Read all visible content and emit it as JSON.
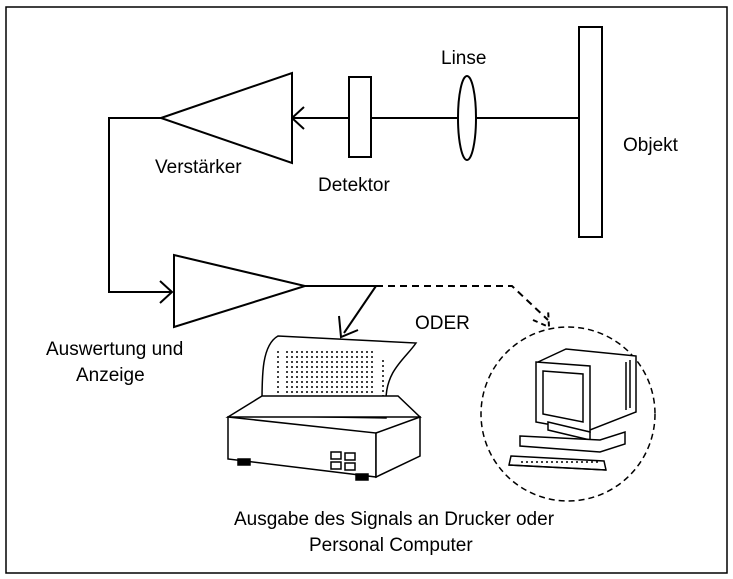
{
  "labels": {
    "lens": "Linse",
    "object": "Objekt",
    "amplifier": "Verstärker",
    "detector": "Detektor",
    "evaluation_line1": "Auswertung und",
    "evaluation_line2": "Anzeige",
    "or": "ODER",
    "output_line1": "Ausgabe des Signals an Drucker oder",
    "output_line2": "Personal Computer"
  },
  "icons": {
    "printer": "printer-icon",
    "computer": "personal-computer-icon"
  },
  "colors": {
    "line": "#000000",
    "background": "#ffffff"
  }
}
